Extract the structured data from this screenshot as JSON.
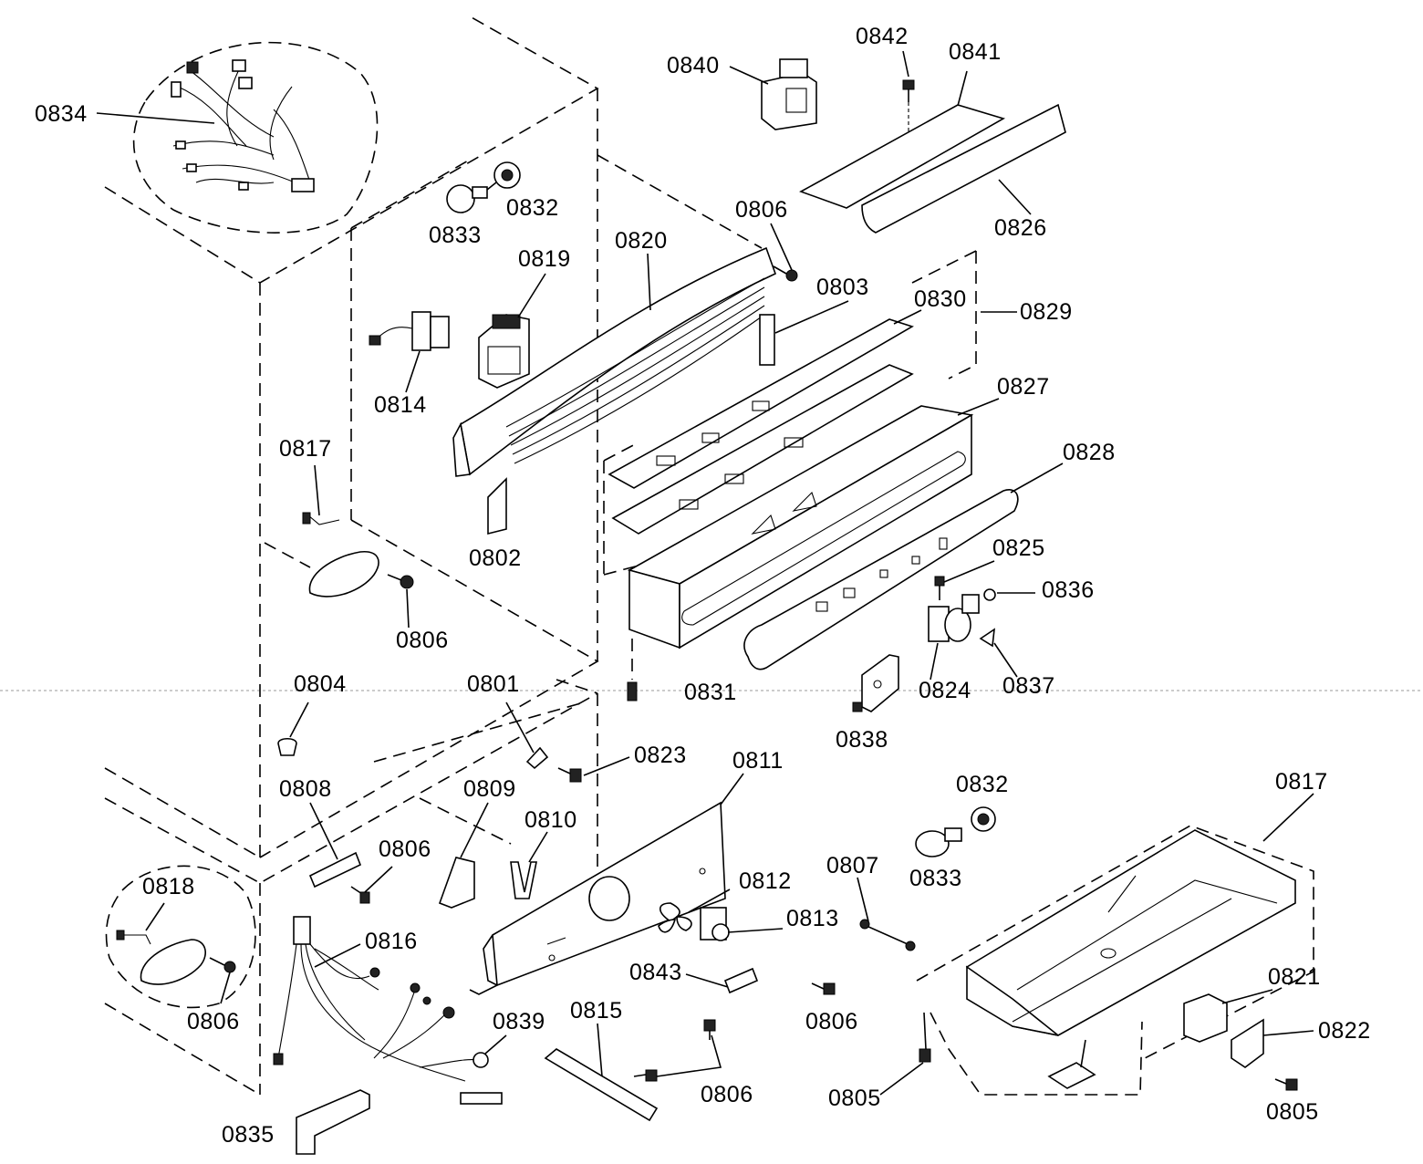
{
  "labels": {
    "l0834": "0834",
    "l0840": "0840",
    "l0842": "0842",
    "l0841": "0841",
    "l0826": "0826",
    "l0833a": "0833",
    "l0832a": "0832",
    "l0806a": "0806",
    "l0820": "0820",
    "l0819": "0819",
    "l0803": "0803",
    "l0830": "0830",
    "l0829": "0829",
    "l0814": "0814",
    "l0827": "0827",
    "l0817": "0817",
    "l0828": "0828",
    "l0802": "0802",
    "l0825": "0825",
    "l0836": "0836",
    "l0806b": "0806",
    "l0804": "0804",
    "l0801": "0801",
    "l0831": "0831",
    "l0824": "0824",
    "l0837": "0837",
    "l0838": "0838",
    "l0823": "0823",
    "l0811": "0811",
    "l0808": "0808",
    "l0809": "0809",
    "l0832b": "0832",
    "l0817b": "0817",
    "l0810": "0810",
    "l0806c": "0806",
    "l0818": "0818",
    "l0807": "0807",
    "l0833b": "0833",
    "l0812": "0812",
    "l0816": "0816",
    "l0813": "0813",
    "l0843": "0843",
    "l0821": "0821",
    "l0806d": "0806",
    "l0806e": "0806",
    "l0839": "0839",
    "l0815": "0815",
    "l0822": "0822",
    "l0806f": "0806",
    "l0805a": "0805",
    "l0805b": "0805",
    "l0835": "0835"
  }
}
